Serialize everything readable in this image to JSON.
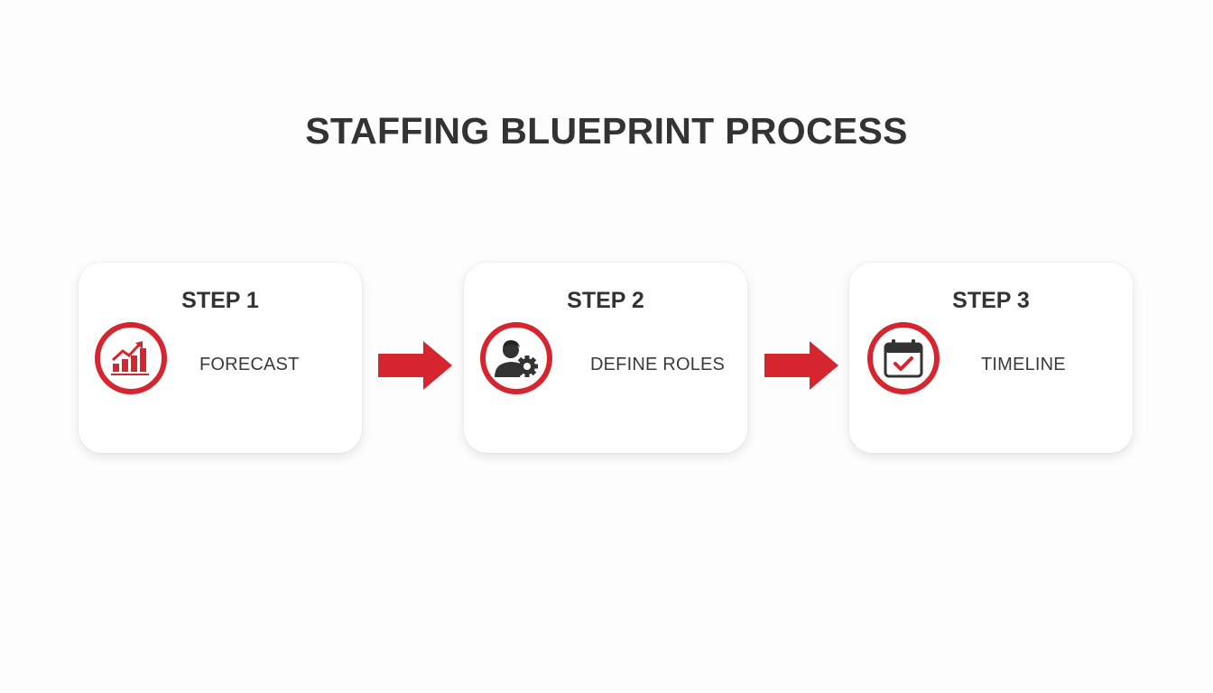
{
  "title": "STAFFING BLUEPRINT PROCESS",
  "colors": {
    "accent": "#d5262f",
    "text": "#333333",
    "card": "#ffffff"
  },
  "steps": [
    {
      "step": "STEP 1",
      "label": "FORECAST",
      "icon": "bar-chart-growth-icon"
    },
    {
      "step": "STEP 2",
      "label": "DEFINE ROLES",
      "icon": "user-gear-icon"
    },
    {
      "step": "STEP 3",
      "label": "TIMELINE",
      "icon": "calendar-check-icon"
    }
  ],
  "connectors": [
    "arrow-right-icon",
    "arrow-right-icon"
  ]
}
